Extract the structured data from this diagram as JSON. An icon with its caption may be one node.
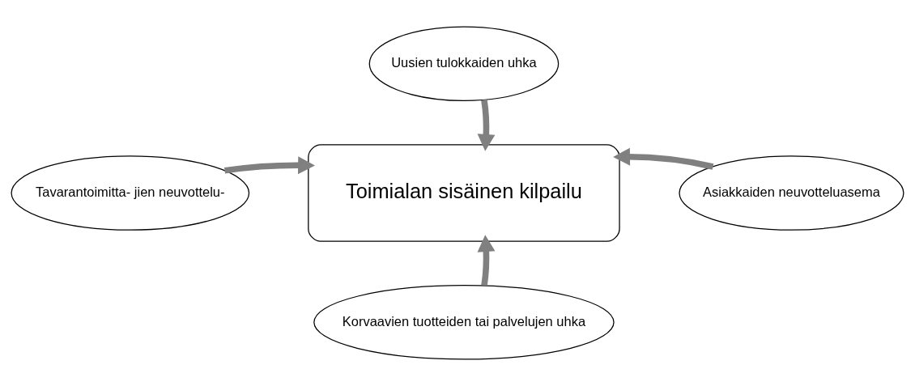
{
  "diagram": {
    "nodes": [
      {
        "text": [
          "Toimialan sisäinen kilpailu"
        ]
      },
      {
        "text": [
          "Uusien tulokkaiden uhka"
        ]
      },
      {
        "text": [
          "Tavarantoimitta- jien neuvottelu-"
        ]
      },
      {
        "text": [
          "Asiakkaiden neuvotteluasema"
        ]
      },
      {
        "text": [
          "Korvaavien tuotteiden tai palvelujen uhka"
        ]
      }
    ],
    "edges": [
      {
        "from": 1,
        "to": 0,
        "arrow": "to"
      },
      {
        "from": 2,
        "to": 0,
        "arrow": "to"
      },
      {
        "from": 3,
        "to": 0,
        "arrow": "to"
      },
      {
        "from": 4,
        "to": 0,
        "arrow": "to"
      }
    ]
  }
}
